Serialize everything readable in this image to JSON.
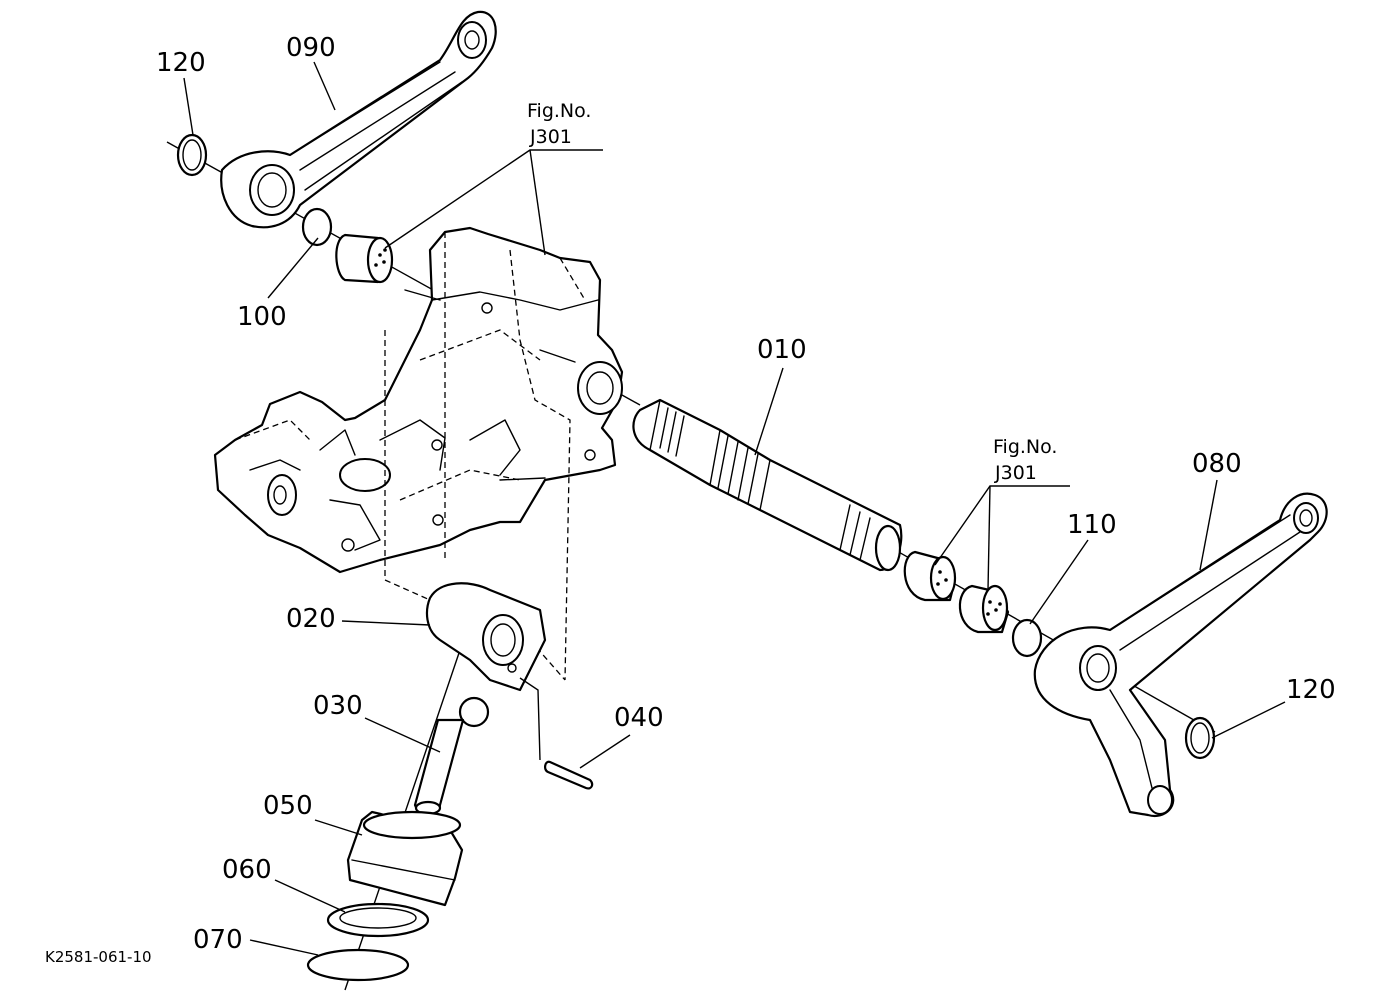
{
  "drawing_code": "K2581-061-10",
  "callouts": {
    "p010": "010",
    "p020": "020",
    "p030": "030",
    "p040": "040",
    "p050": "050",
    "p060": "060",
    "p070": "070",
    "p080": "080",
    "p090": "090",
    "p100": "100",
    "p110": "110",
    "p120_left": "120",
    "p120_right": "120"
  },
  "fig_refs": {
    "left": {
      "line1": "Fig.No.",
      "line2": "J301"
    },
    "right": {
      "line1": "Fig.No.",
      "line2": "J301"
    }
  }
}
